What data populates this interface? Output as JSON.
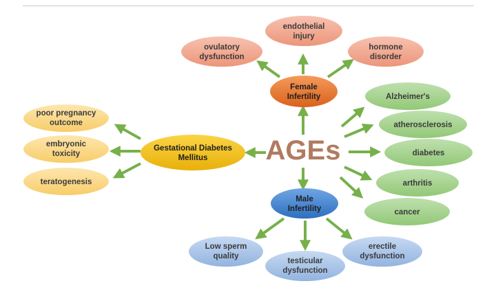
{
  "center": {
    "label": "AGEs"
  },
  "hubs": {
    "female": {
      "line1": "Female",
      "line2": "Infertility"
    },
    "male": {
      "line1": "Male",
      "line2": "Infertility"
    },
    "gdm": {
      "line1": "Gestational Diabetes",
      "line2": "Mellitus"
    }
  },
  "female_effects": [
    {
      "line1": "ovulatory",
      "line2": "dysfunction"
    },
    {
      "line1": "endothelial",
      "line2": "injury"
    },
    {
      "line1": "hormone",
      "line2": "disorder"
    }
  ],
  "diseases": [
    "Alzheimer's",
    "atherosclerosis",
    "diabetes",
    "arthritis",
    "cancer"
  ],
  "gdm_effects": [
    {
      "line1": "poor pregnancy",
      "line2": "outcome"
    },
    {
      "line1": "embryonic",
      "line2": "toxicity"
    },
    {
      "line1": "teratogenesis",
      "line2": ""
    }
  ],
  "male_effects": [
    {
      "line1": "Low sperm",
      "line2": "quality"
    },
    {
      "line1": "testicular",
      "line2": "dysfunction"
    },
    {
      "line1": "erectile",
      "line2": "dysfunction"
    }
  ],
  "colors": {
    "arrow": "#76b04a",
    "female_hub": "#e8772e",
    "female_effect": "#f0aa92",
    "male_hub": "#4a86cf",
    "male_effect": "#a8c4e8",
    "gdm_hub": "#f2c21a",
    "gdm_effect": "#fad88a",
    "disease": "#a5d48e",
    "ages_text": "#b07b60"
  }
}
